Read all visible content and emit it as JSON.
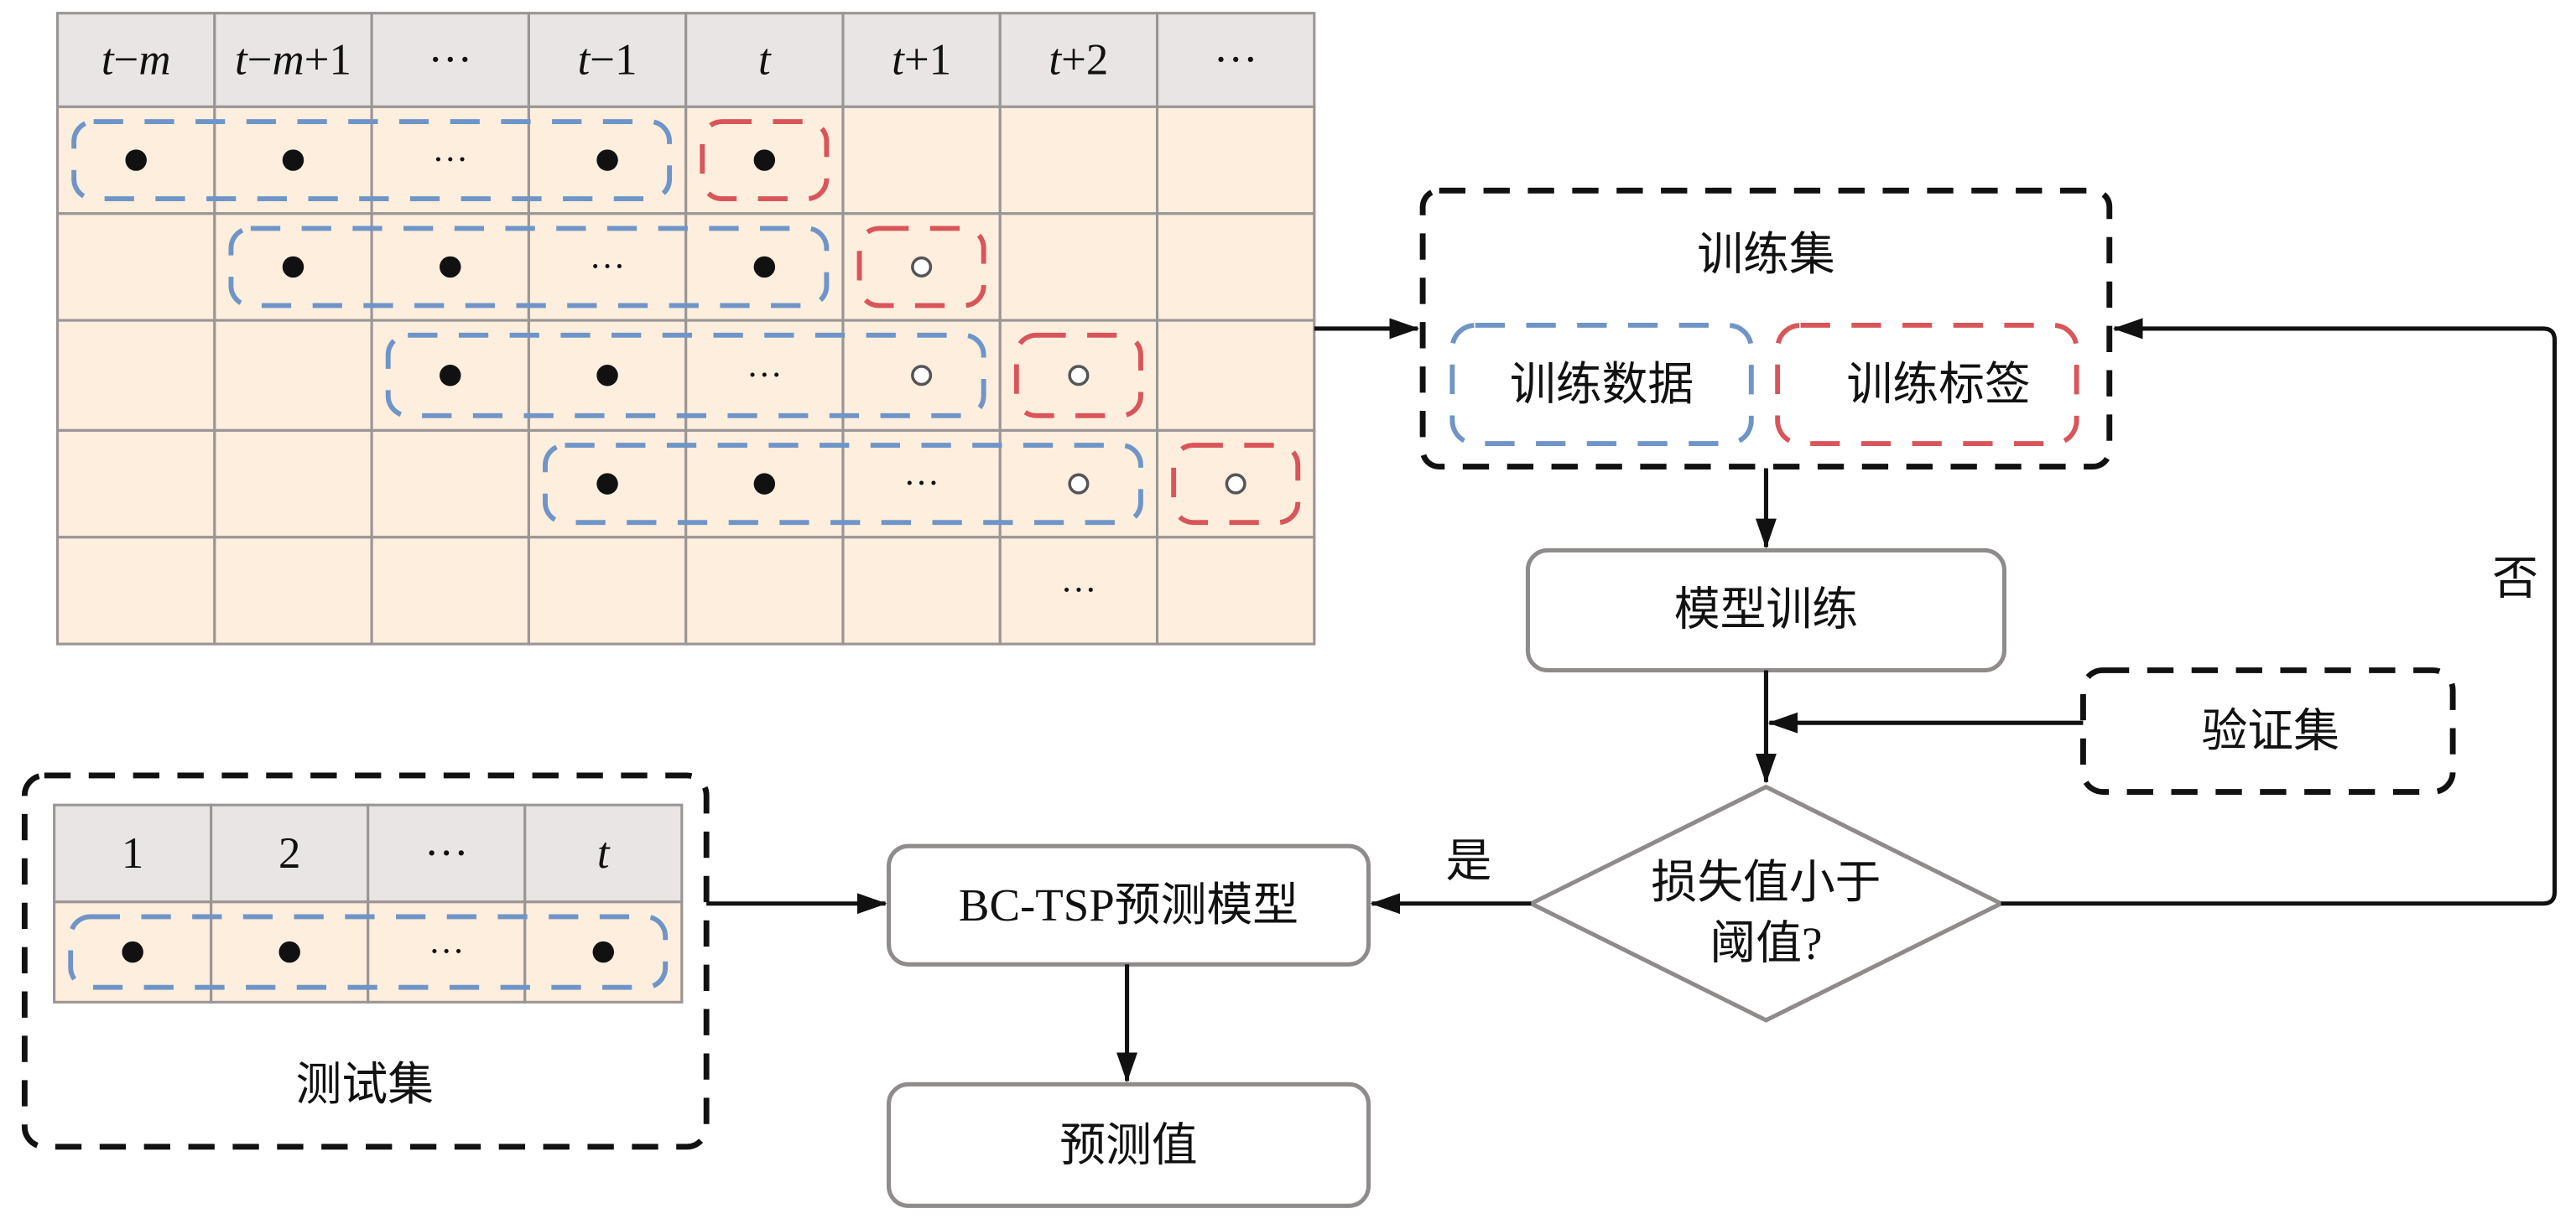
{
  "figure": {
    "colors": {
      "table_header_fill": "#e8e5e4",
      "table_body_fill": "#fdeedd",
      "grid_line": "#9a9696",
      "input_window_dash": "#6f95c8",
      "label_window_dash": "#d9555a",
      "group_dash": "#111111",
      "box_border": "#8f8b8b"
    },
    "sliding_window_table": {
      "headers": [
        "t−m",
        "t−m+1",
        "···",
        "t−1",
        "t",
        "t+1",
        "t+2",
        "···"
      ],
      "header_italic_parts": [
        [
          [
            "t",
            true
          ],
          [
            "−",
            false
          ],
          [
            "m",
            true
          ]
        ],
        [
          [
            "t",
            true
          ],
          [
            "−",
            false
          ],
          [
            "m",
            true
          ],
          [
            "+1",
            false
          ]
        ],
        [
          [
            "···",
            false
          ]
        ],
        [
          [
            "t",
            true
          ],
          [
            "−1",
            false
          ]
        ],
        [
          [
            "t",
            true
          ]
        ],
        [
          [
            "t",
            true
          ],
          [
            "+1",
            false
          ]
        ],
        [
          [
            "t",
            true
          ],
          [
            "+2",
            false
          ]
        ],
        [
          [
            "···",
            false
          ]
        ]
      ],
      "rows": [
        [
          "filled",
          "filled",
          "ellipsis",
          "filled",
          "filled",
          "",
          "",
          ""
        ],
        [
          "",
          "filled",
          "filled",
          "ellipsis",
          "filled",
          "hollow",
          "",
          ""
        ],
        [
          "",
          "",
          "filled",
          "filled",
          "ellipsis",
          "hollow",
          "hollow",
          ""
        ],
        [
          "",
          "",
          "",
          "filled",
          "filled",
          "ellipsis",
          "hollow",
          "hollow"
        ],
        [
          "",
          "",
          "",
          "",
          "",
          "",
          "ellipsis",
          ""
        ]
      ],
      "windows": [
        {
          "row": 0,
          "input_cols": [
            0,
            3
          ],
          "label_col": 4
        },
        {
          "row": 1,
          "input_cols": [
            1,
            4
          ],
          "label_col": 5
        },
        {
          "row": 2,
          "input_cols": [
            2,
            5
          ],
          "label_col": 6
        },
        {
          "row": 3,
          "input_cols": [
            3,
            6
          ],
          "label_col": 7
        }
      ],
      "ellipsis_text": "···"
    },
    "training_set": {
      "title": "训练集",
      "data_label": "训练数据",
      "labels_label": "训练标签"
    },
    "model_training": {
      "label": "模型训练"
    },
    "validation_set": {
      "label": "验证集"
    },
    "decision": {
      "line1": "损失值小于",
      "line2": "阈值?",
      "yes_label": "是",
      "no_label": "否"
    },
    "prediction_model": {
      "label": "BC-TSP预测模型"
    },
    "prediction_value": {
      "label": "预测值"
    },
    "test_set": {
      "title": "测试集",
      "headers": [
        "1",
        "2",
        "···",
        "t"
      ],
      "header_italic": [
        false,
        false,
        false,
        true
      ],
      "row": [
        "filled",
        "filled",
        "ellipsis",
        "filled"
      ],
      "ellipsis_text": "···"
    }
  }
}
